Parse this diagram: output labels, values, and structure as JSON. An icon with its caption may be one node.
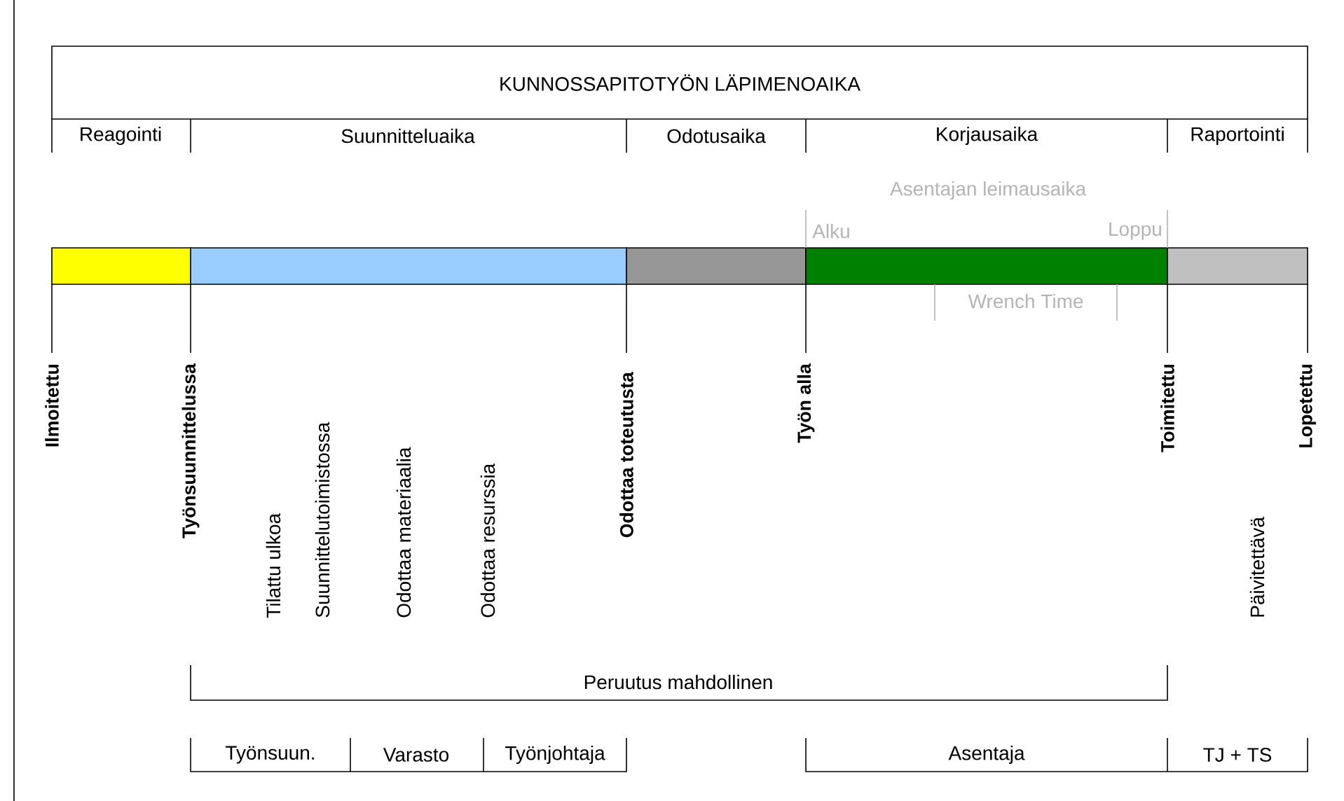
{
  "diagram": {
    "title": "KUNNOSSAPITOTYÖN LÄPIMENOAIKA",
    "labels": [
      "Reagointi",
      "Suunnitteluaika",
      "Odotusaika",
      "Korjausaika",
      "Raportointi",
      "Asentajan leimausaika",
      "Alku",
      "Loppu",
      "Wrench Time",
      "Ilmoitettu",
      "Työnsuunnittelussa",
      "Tilattu ulkoa",
      "Suunnittelutoimistossa",
      "Odottaa materiaalia",
      "Odottaa resurssia",
      "Odottaa toteutusta",
      "Työn alla",
      "Toimitettu",
      "Päivitettävä",
      "Lopetettu",
      "Peruutus mahdollinen",
      "Työnsuun.",
      "Varasto",
      "Työnjohtaja",
      "Asentaja",
      "TJ + TS"
    ]
  }
}
